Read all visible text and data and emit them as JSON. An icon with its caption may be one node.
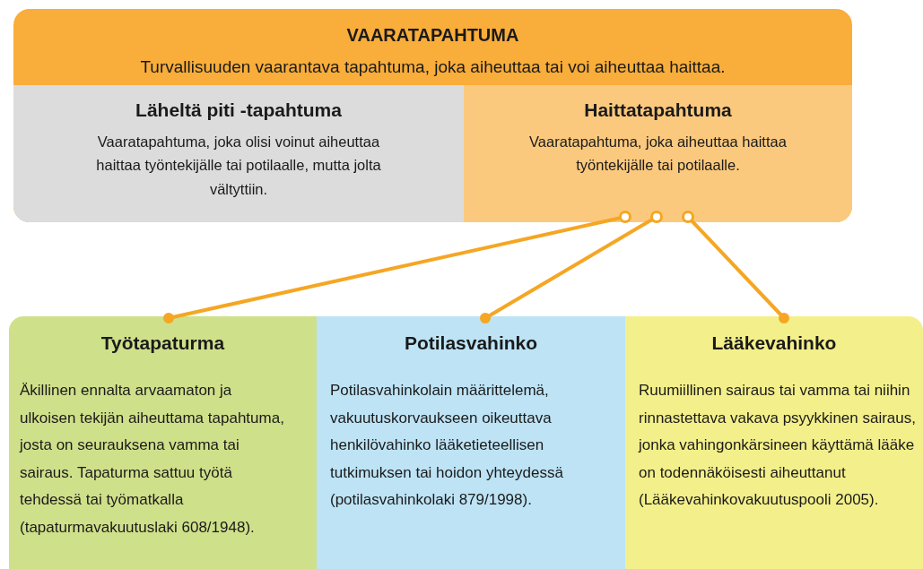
{
  "diagram": {
    "nodes": [
      {
        "text": [
          "VAARATAPAHTUMA",
          "Turvallisuuden vaarantava tapahtuma, joka aiheuttaa tai voi aiheuttaa haittaa."
        ]
      },
      {
        "text": [
          "Läheltä piti -tapahtuma",
          "Vaaratapahtuma, joka olisi voinut aiheuttaa haittaa työntekijälle tai potilaalle, mutta jolta vältyttiin."
        ],
        "in": 0
      },
      {
        "text": [
          "Haittatapahtuma",
          "Vaaratapahtuma, joka aiheuttaa haittaa työntekijälle tai potilaalle."
        ],
        "in": 0
      },
      {
        "text": [
          "Työtapaturma",
          "Äkillinen ennalta arvaamaton ja ulkoisen tekijän aiheuttama tapahtuma, josta on seurauksena vamma tai sairaus. Tapaturma sattuu työtä tehdessä tai työmatkalla (tapaturmavakuutuslaki 608/1948)."
        ]
      },
      {
        "text": [
          "Potilasvahinko",
          "Potilasvahinkolain määrittelemä, vakuutuskorvaukseen oikeuttava henkilövahinko lääketieteellisen tutkimuksen tai hoidon yhteydessä (potilasvahinkolaki 879/1998)."
        ]
      },
      {
        "text": [
          "Lääkevahinko",
          "Ruumiillinen sairaus tai vamma tai niihin rinnastettava vakava psyykkinen sairaus, jonka vahingonkärsineen käyttämä lääke on todennäköisesti aiheuttanut (Lääkevahinkovakuutuspooli 2005)."
        ]
      }
    ],
    "edges": [
      {
        "from": 2,
        "to": 3,
        "arrow": "other"
      },
      {
        "from": 2,
        "to": 4,
        "arrow": "other"
      },
      {
        "from": 2,
        "to": 5,
        "arrow": "other"
      }
    ]
  }
}
